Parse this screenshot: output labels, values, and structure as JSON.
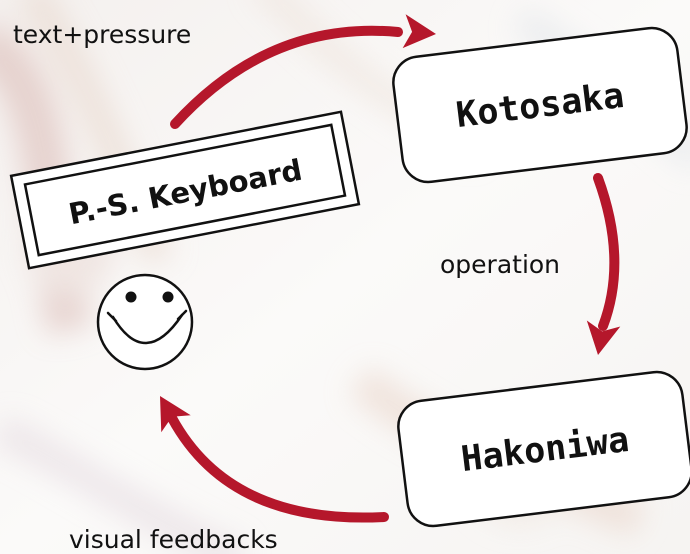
{
  "nodes": {
    "keyboard": "P.-S. Keyboard",
    "kotosaka": "Kotosaka",
    "hakoniwa": "Hakoniwa"
  },
  "edges": {
    "keyboard_to_kotosaka": "text+pressure",
    "kotosaka_to_hakoniwa": "operation",
    "hakoniwa_to_user": "visual feedbacks"
  },
  "colors": {
    "arrow": "#b5172b",
    "ink": "#111111",
    "box_fill": "#ffffff"
  },
  "icons": {
    "user": "smiley-face-icon"
  }
}
